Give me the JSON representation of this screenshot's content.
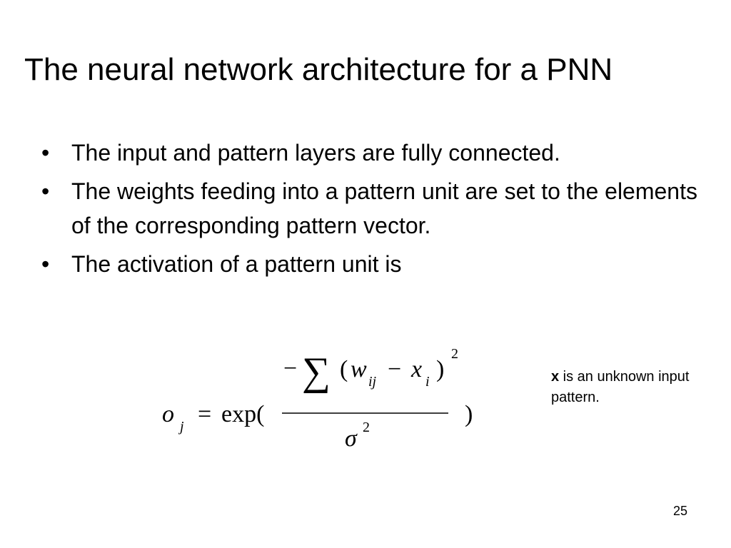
{
  "slide": {
    "title": "The neural network architecture for a PNN",
    "bullet_glyph": "•",
    "bullets": [
      "The input and pattern layers are fully connected.",
      "The weights feeding into a pattern unit are set to the elements of the corresponding pattern vector.",
      "The activation of a pattern unit is"
    ],
    "formula": {
      "lhs_symbol": "o",
      "lhs_subscript": "j",
      "equals": "=",
      "function": "exp(",
      "close_paren": ")",
      "numerator_minus": "−",
      "sum_symbol": "∑",
      "open_paren": "(",
      "w": "w",
      "w_subscript": "ij",
      "minus": "−",
      "x": "x",
      "x_subscript": "i",
      "inner_close_paren": ")",
      "numerator_exponent": "2",
      "sigma": "σ",
      "sigma_exponent": "2"
    },
    "note": {
      "bold": "x",
      "text": " is an unknown input pattern."
    },
    "page_number": "25"
  }
}
